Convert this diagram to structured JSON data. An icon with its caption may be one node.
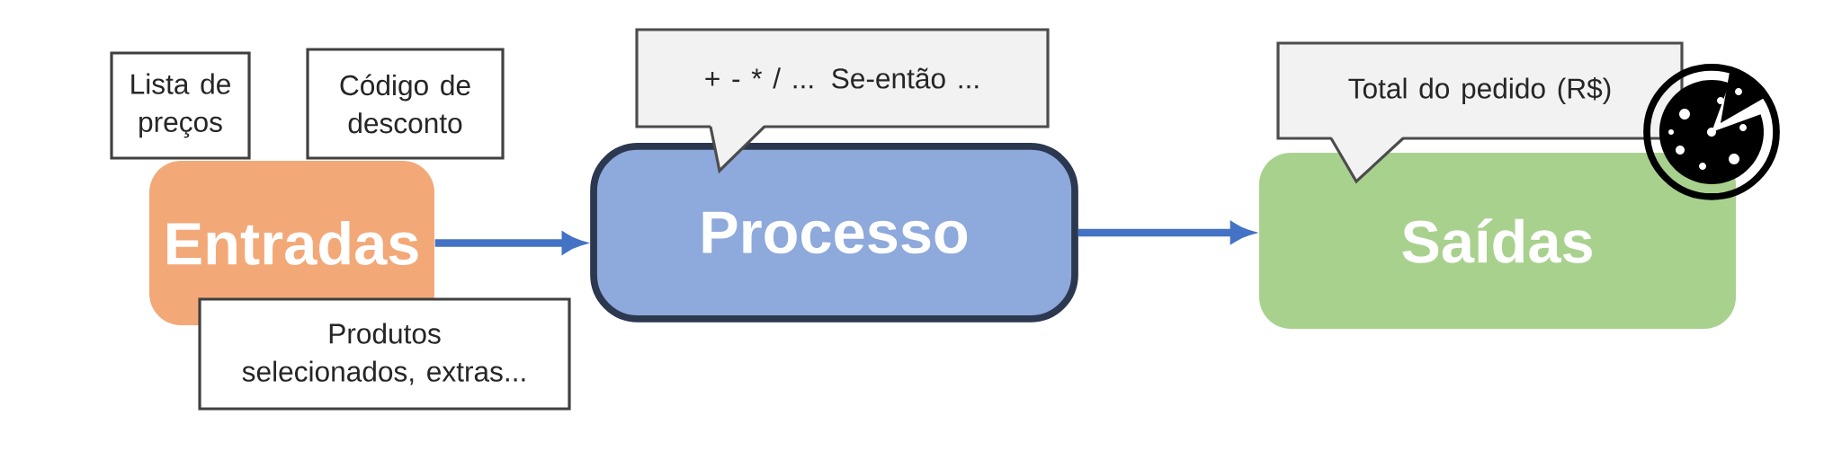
{
  "diagram": {
    "nodes": [
      {
        "text": [
          "Lista de preços"
        ]
      },
      {
        "text": [
          "Código de desconto"
        ]
      },
      {
        "text": [
          "Entradas"
        ]
      },
      {
        "text": [
          "Produtos selecionados, extras..."
        ]
      },
      {
        "text": [
          "+ - * /  ...  Se-então ..."
        ]
      },
      {
        "text": [
          "Processo"
        ]
      },
      {
        "text": [
          "Total do pedido (R$)"
        ]
      },
      {
        "text": [
          "Saídas"
        ]
      }
    ],
    "edges": [
      {
        "from": 2,
        "to": 5,
        "arrow": "to"
      },
      {
        "from": 5,
        "to": 7,
        "arrow": "to"
      }
    ]
  }
}
